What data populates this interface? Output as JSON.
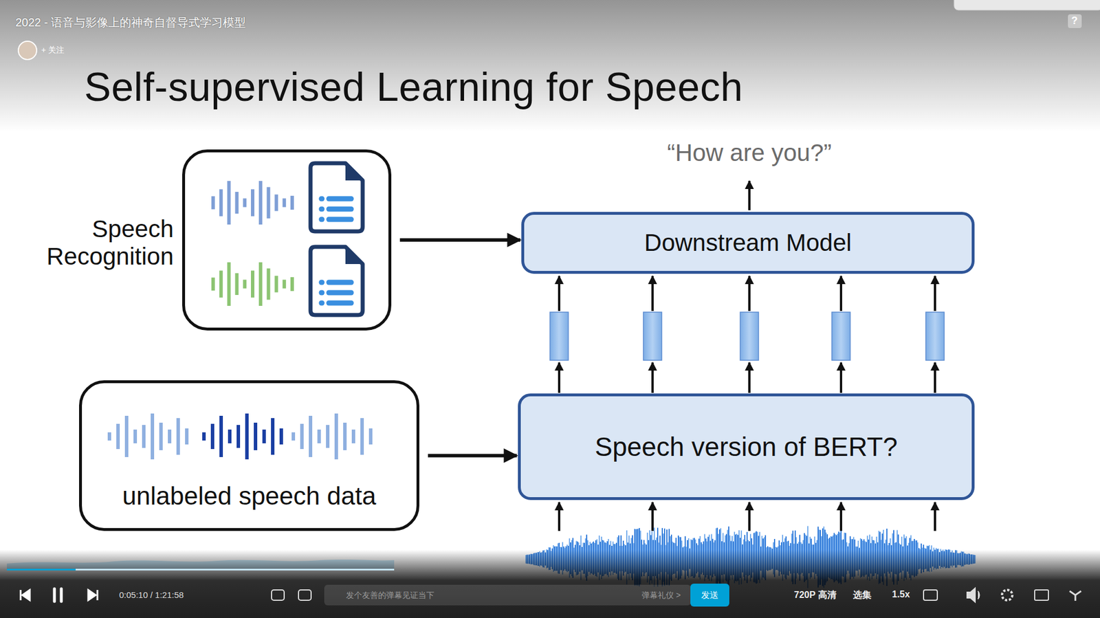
{
  "diagram": {
    "title": "Self-supervised Learning for Speech",
    "nodes": [
      {
        "text": [
          "Speech Recognition"
        ]
      },
      {
        "text": [
          "unlabeled speech data"
        ]
      },
      {
        "text": [
          "Downstream Model"
        ]
      },
      {
        "text": [
          "Speech version of BERT?"
        ]
      }
    ],
    "edges": [
      {
        "from": 0,
        "to": 2,
        "arrow": "to"
      },
      {
        "from": 1,
        "to": 3,
        "arrow": "to"
      }
    ],
    "labels": [
      "2022 - 语音与影像上的神奇自督导式学习模型",
      "+ 关注",
      "?",
      "“How are you?”",
      "0:05:10 / 1:21:58",
      "发个友善的弹幕见证当下",
      "弹幕礼仪 >",
      "发送",
      "720P 高清",
      "选集",
      "1.5x"
    ]
  }
}
